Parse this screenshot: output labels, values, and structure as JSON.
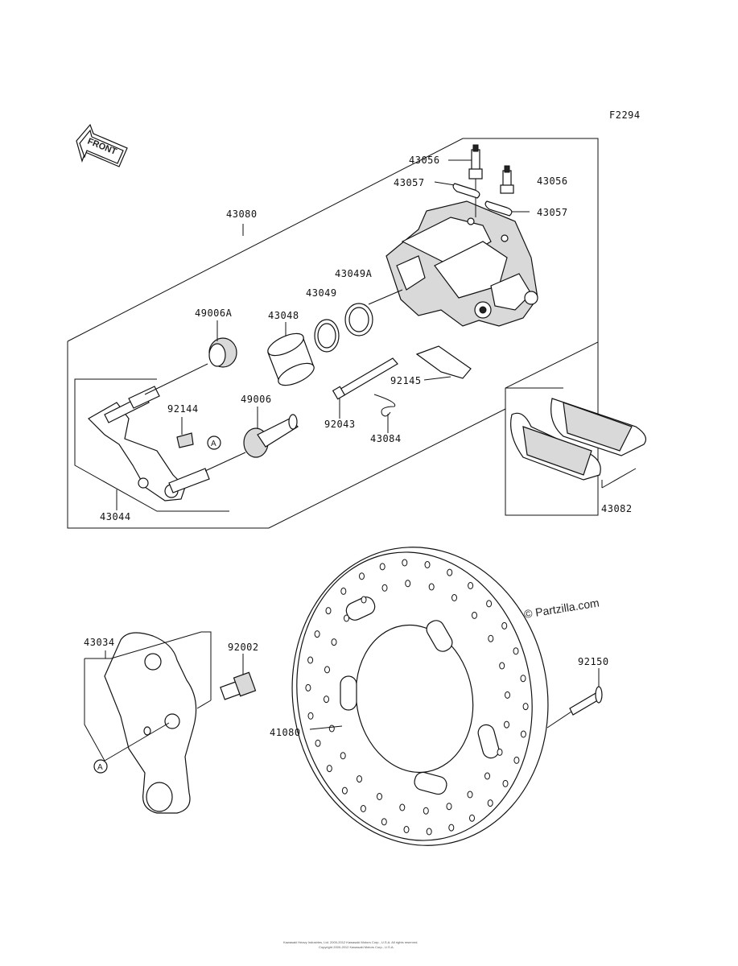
{
  "figure_code": "F2294",
  "front_label": "FRONT",
  "copyright": "© Partzilla.com",
  "reference_marker": "A",
  "footer_line1": "Kawasaki Heavy Industries, Ltd. 2000-2012 Kawasaki Motors Corp., U.S.A. All rights reserved.",
  "footer_line2": "Copyright 2000-2012 Kawasaki Motors Corp., U.S.A.",
  "parts": {
    "p43056a": "43056",
    "p43056b": "43056",
    "p43057a": "43057",
    "p43057b": "43057",
    "p43080": "43080",
    "p43049A": "43049A",
    "p43049": "43049",
    "p49006A": "49006A",
    "p43048": "43048",
    "p92144": "92144",
    "p49006": "49006",
    "p92145": "92145",
    "p92043": "92043",
    "p43084": "43084",
    "p43044": "43044",
    "p43082": "43082",
    "p43034": "43034",
    "p92002": "92002",
    "p92150": "92150",
    "p41080": "41080"
  }
}
